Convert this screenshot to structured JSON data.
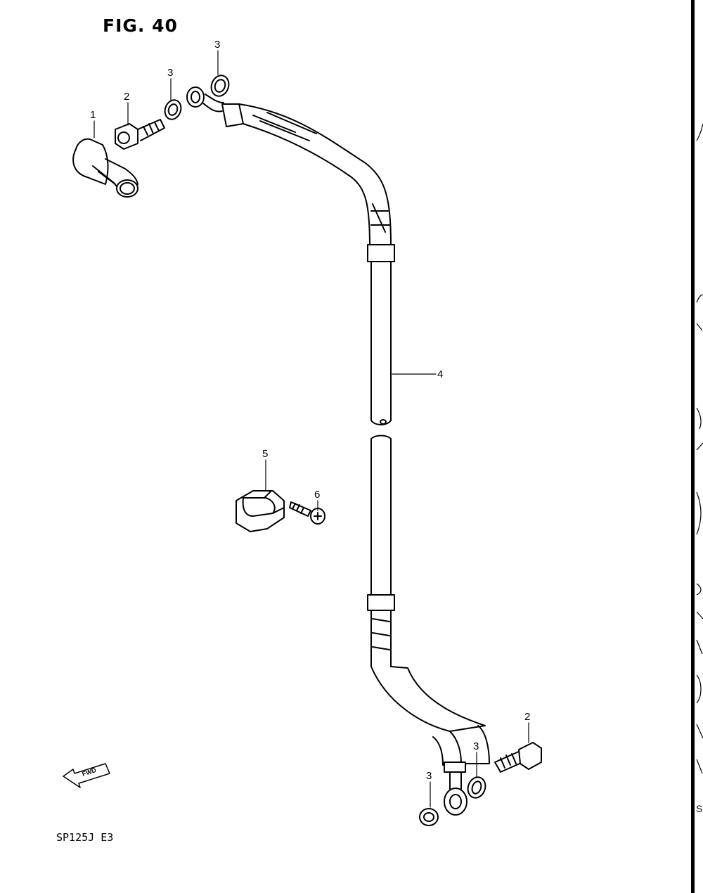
{
  "figure": {
    "title": "FIG. 40",
    "model_code": "SP125J  E3",
    "fwd_label": "FWD",
    "edge_letter": "S"
  },
  "callouts": [
    {
      "id": "c1",
      "text": "1"
    },
    {
      "id": "c2a",
      "text": "2"
    },
    {
      "id": "c3a",
      "text": "3"
    },
    {
      "id": "c3b",
      "text": "3"
    },
    {
      "id": "c4",
      "text": "4"
    },
    {
      "id": "c5",
      "text": "5"
    },
    {
      "id": "c6",
      "text": "6"
    },
    {
      "id": "c2b",
      "text": "2"
    },
    {
      "id": "c3c",
      "text": "3"
    },
    {
      "id": "c3d",
      "text": "3"
    }
  ]
}
